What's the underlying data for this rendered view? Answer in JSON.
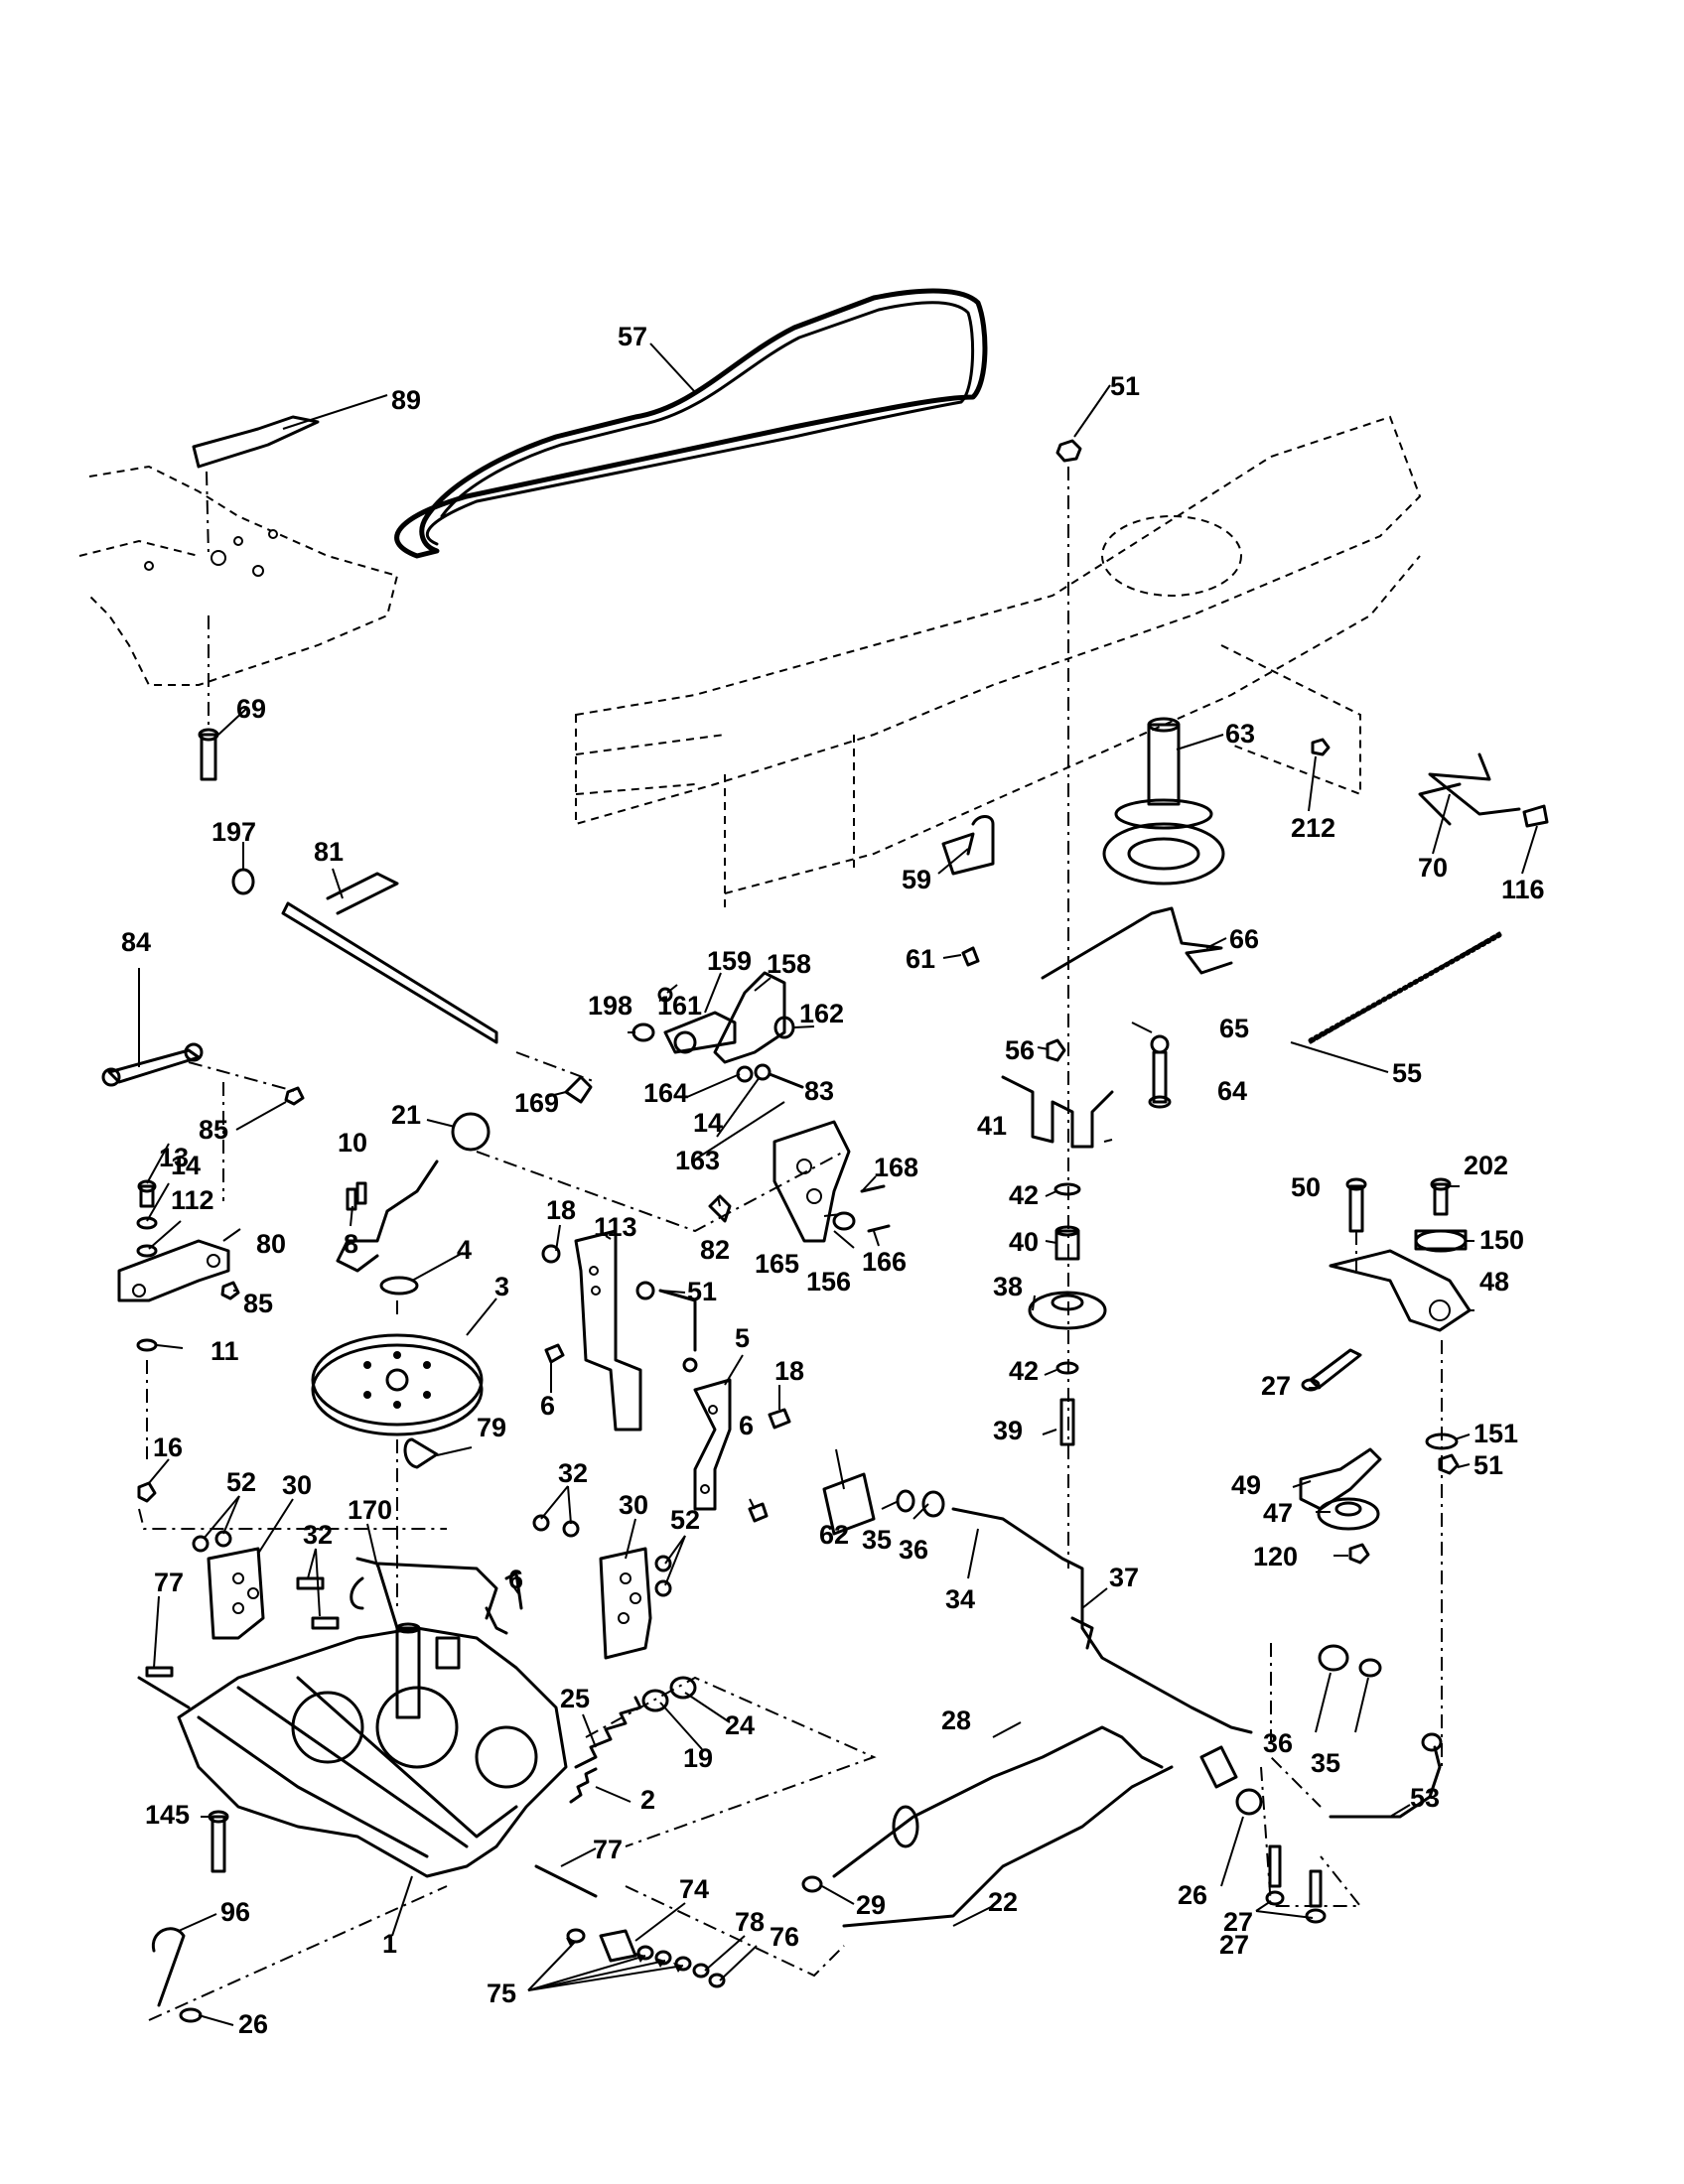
{
  "diagram": {
    "callouts": [
      "57",
      "89",
      "51",
      "69",
      "63",
      "212",
      "70",
      "116",
      "197",
      "81",
      "59",
      "61",
      "66",
      "84",
      "198",
      "161",
      "159",
      "158",
      "162",
      "56",
      "65",
      "55",
      "85",
      "21",
      "169",
      "164",
      "14",
      "83",
      "64",
      "163",
      "10",
      "41",
      "13",
      "168",
      "14",
      "112",
      "42",
      "40",
      "80",
      "8",
      "82",
      "165",
      "166",
      "156",
      "18",
      "113",
      "4",
      "3",
      "38",
      "85",
      "11",
      "51",
      "5",
      "18",
      "42",
      "39",
      "6",
      "79",
      "16",
      "52",
      "30",
      "32",
      "6",
      "62",
      "35",
      "36",
      "32",
      "30",
      "52",
      "170",
      "77",
      "6",
      "34",
      "37",
      "25",
      "19",
      "24",
      "2",
      "145",
      "77",
      "96",
      "74",
      "1",
      "26",
      "75",
      "78",
      "76",
      "29",
      "28",
      "22",
      "26",
      "27",
      "50",
      "202",
      "150",
      "48",
      "27",
      "151",
      "51",
      "49",
      "47",
      "120",
      "36",
      "35",
      "53",
      "27"
    ]
  }
}
